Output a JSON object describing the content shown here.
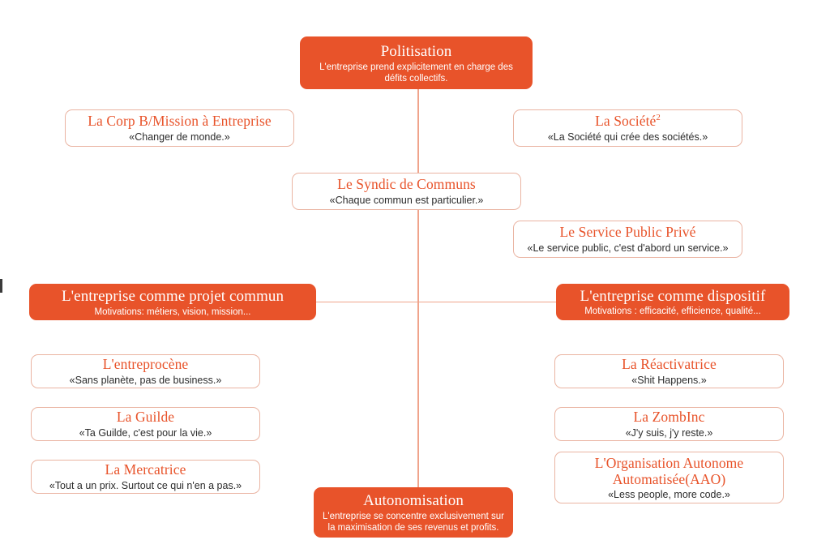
{
  "diagram": {
    "title_axis_vertical": "",
    "colors": {
      "accent_orange": "#e8532a",
      "box_border": "#eab4a2",
      "axis_line": "#f0a48c",
      "subtitle_text": "#2b2b2b",
      "background": "#ffffff"
    },
    "poles": {
      "top": {
        "title": "Politisation",
        "subtitle": "L'entreprise prend explicitement en charge des défits collectifs."
      },
      "bottom": {
        "title": "Autonomisation",
        "subtitle": "L'entreprise se concentre exclusivement sur la maximisation de ses revenus et profits."
      },
      "left": {
        "title": "L'entreprise comme projet commun",
        "subtitle": "Motivations: métiers, vision, mission..."
      },
      "right": {
        "title": "L'entreprise comme dispositif",
        "subtitle": "Motivations : efficacité, efficience, qualité..."
      }
    },
    "nodes": {
      "corp_b": {
        "title": "La Corp B/Mission à Entreprise",
        "subtitle": "«Changer de monde.»"
      },
      "societe2": {
        "title": "La Société",
        "title_sup": "2",
        "subtitle": "«La Société qui crée des sociétés.»"
      },
      "syndic": {
        "title": "Le Syndic de Communs",
        "subtitle": "«Chaque commun est particulier.»"
      },
      "service_public": {
        "title": "Le Service Public Privé",
        "subtitle": "«Le service public, c'est d'abord un service.»"
      },
      "entreprocene": {
        "title": "L'entreprocène",
        "subtitle": "«Sans planète, pas de business.»"
      },
      "guilde": {
        "title": "La Guilde",
        "subtitle": "«Ta Guilde, c'est pour la vie.»"
      },
      "mercatrice": {
        "title": "La Mercatrice",
        "subtitle": "«Tout a un prix. Surtout ce qui n'en a pas.»"
      },
      "reactivatrice": {
        "title": "La Réactivatrice",
        "subtitle": "«Shit Happens.»"
      },
      "zombinc": {
        "title": "La ZombInc",
        "subtitle": "«J'y suis, j'y reste.»"
      },
      "aao": {
        "title": "L'Organisation Autonome Automatisée(AAO)",
        "subtitle": "«Less people, more code.»"
      }
    }
  }
}
